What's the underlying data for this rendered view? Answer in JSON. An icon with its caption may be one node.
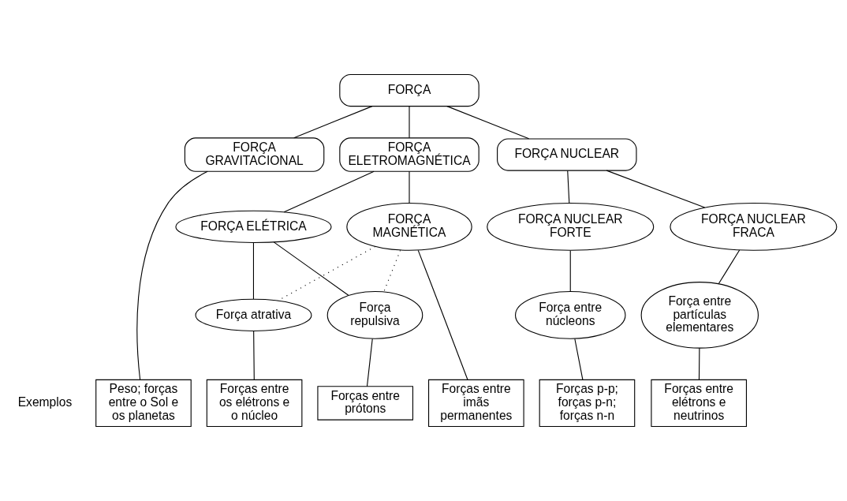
{
  "diagram": {
    "nodes": [
      {
        "text": [
          "FORÇA"
        ]
      },
      {
        "text": [
          "FORÇA GRAVITACIONAL"
        ]
      },
      {
        "text": [
          "FORÇA ELETROMAGNÉTICA"
        ]
      },
      {
        "text": [
          "FORÇA NUCLEAR"
        ]
      },
      {
        "text": [
          "FORÇA ELÉTRICA"
        ]
      },
      {
        "text": [
          "FORÇA MAGNÉTICA"
        ]
      },
      {
        "text": [
          "FORÇA NUCLEAR FORTE"
        ]
      },
      {
        "text": [
          "FORÇA NUCLEAR FRACA"
        ]
      },
      {
        "text": [
          "Força atrativa"
        ]
      },
      {
        "text": [
          "Força repulsiva"
        ]
      },
      {
        "text": [
          "Força entre núcleons"
        ]
      },
      {
        "text": [
          "Força entre partículas elementares"
        ]
      },
      {
        "text": [
          "Peso; forças entre o Sol e os planetas"
        ]
      },
      {
        "text": [
          "Forças entre os elétrons e o núcleo"
        ]
      },
      {
        "text": [
          "Forças entre prótons"
        ]
      },
      {
        "text": [
          "Forças entre imãs permanentes"
        ]
      },
      {
        "text": [
          "Forças p-p; forças p-n; forças n-n"
        ]
      },
      {
        "text": [
          "Forças entre elétrons e neutrinos"
        ]
      }
    ],
    "edges": [
      {
        "from": 0,
        "to": 1,
        "arrow": "none"
      },
      {
        "from": 0,
        "to": 2,
        "arrow": "none"
      },
      {
        "from": 0,
        "to": 3,
        "arrow": "none"
      },
      {
        "from": 2,
        "to": 4,
        "arrow": "none"
      },
      {
        "from": 2,
        "to": 5,
        "arrow": "none"
      },
      {
        "from": 3,
        "to": 6,
        "arrow": "none"
      },
      {
        "from": 3,
        "to": 7,
        "arrow": "none"
      },
      {
        "from": 4,
        "to": 8,
        "arrow": "none"
      },
      {
        "from": 4,
        "to": 9,
        "arrow": "none"
      },
      {
        "from": 5,
        "to": 8,
        "arrow": "none",
        "style": "dashed"
      },
      {
        "from": 5,
        "to": 9,
        "arrow": "none",
        "style": "dashed"
      },
      {
        "from": 6,
        "to": 10,
        "arrow": "none"
      },
      {
        "from": 7,
        "to": 11,
        "arrow": "none"
      },
      {
        "from": 1,
        "to": 12,
        "arrow": "none"
      },
      {
        "from": 8,
        "to": 13,
        "arrow": "none"
      },
      {
        "from": 9,
        "to": 14,
        "arrow": "none"
      },
      {
        "from": 5,
        "to": 15,
        "arrow": "none"
      },
      {
        "from": 10,
        "to": 16,
        "arrow": "none"
      },
      {
        "from": 11,
        "to": 17,
        "arrow": "none"
      }
    ],
    "labels": [
      "Exemplos"
    ]
  }
}
